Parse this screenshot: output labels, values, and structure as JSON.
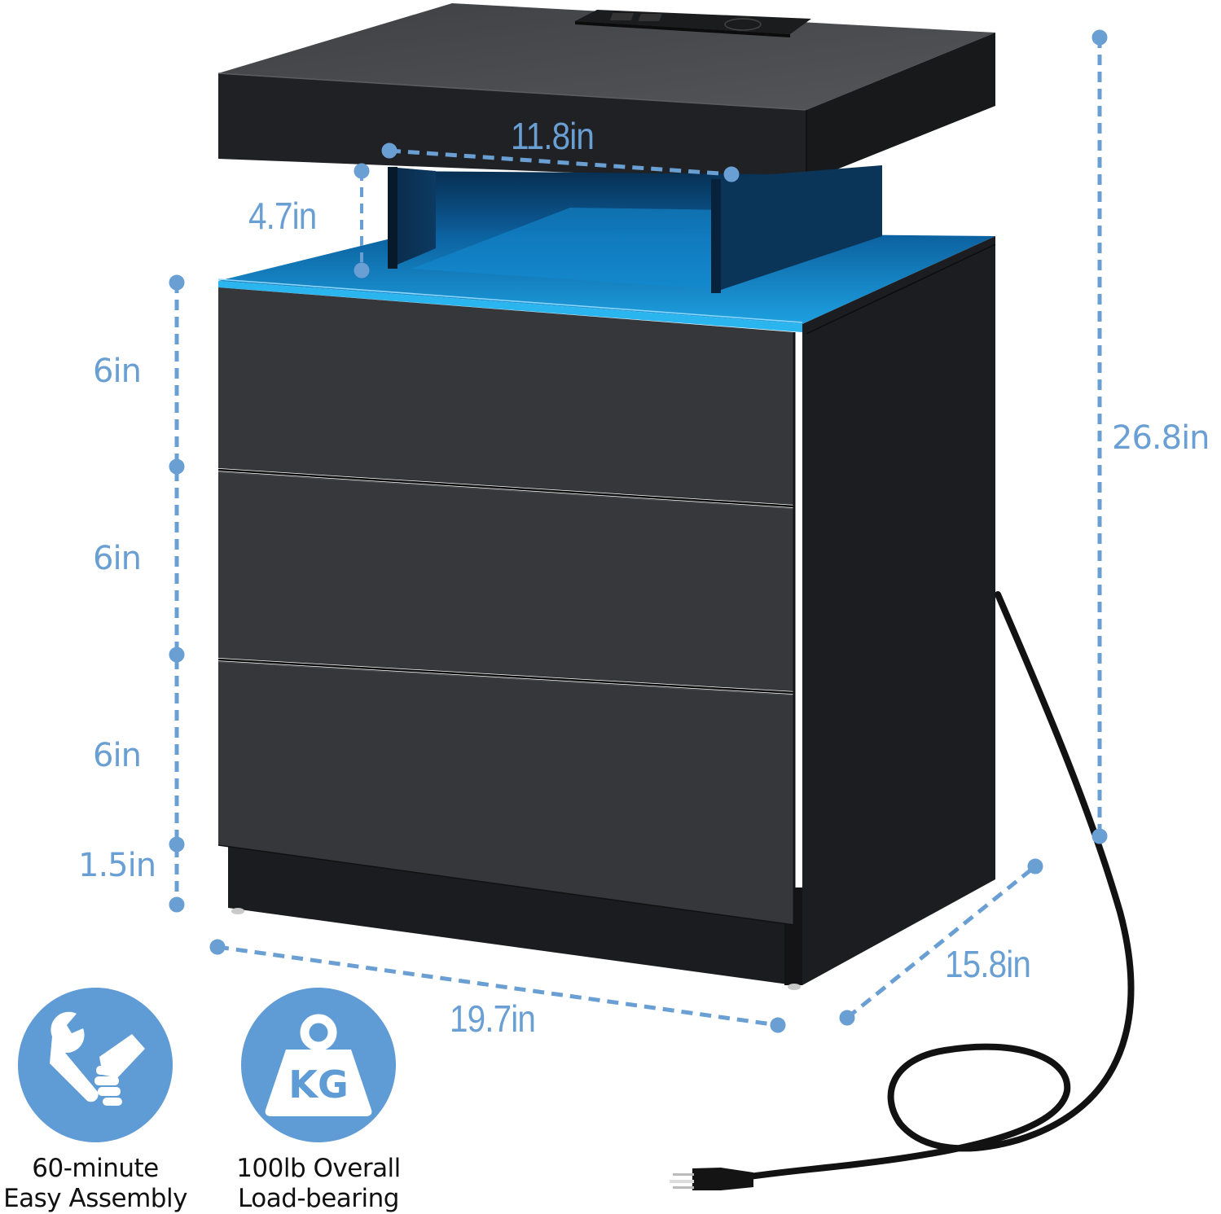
{
  "product": {
    "type": "nightstand with LED light, 3 drawers, open shelf and power cord",
    "colors": {
      "accent": "#5f9bd5",
      "dimension_line": "#6a9fd4",
      "cabinet_front": "#36373b",
      "cabinet_side": "#1c1d20",
      "top_surface": "#4a4b4f",
      "led_blue": "#1a9ad8",
      "shelf_back_blue": "#0a4f86",
      "cord": "#121212"
    }
  },
  "dimensions": {
    "shelf_width": "11.8in",
    "shelf_height": "4.7in",
    "drawer_1_height": "6in",
    "drawer_2_height": "6in",
    "drawer_3_height": "6in",
    "base_height": "1.5in",
    "total_height": "26.8in",
    "width": "19.7in",
    "depth": "15.8in"
  },
  "features": [
    {
      "icon": "wrench-hand-icon",
      "line1": "60-minute",
      "line2": "Easy Assembly"
    },
    {
      "icon": "kg-weight-icon",
      "line1": "100lb Overall",
      "line2": "Load-bearing",
      "icon_text": "KG"
    }
  ]
}
